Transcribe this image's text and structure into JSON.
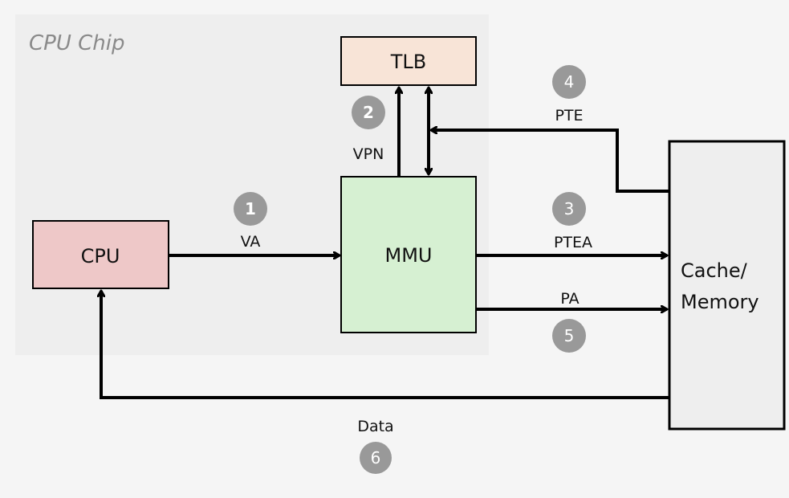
{
  "diagram": {
    "title": "Address translation with TLB miss",
    "colors": {
      "background": "#f5f5f5",
      "chip": "#eeeeee",
      "chip_title": "#8a8a8a",
      "tlb": "#f8e4d7",
      "cpu": "#eec8c8",
      "mmu": "#d6f0d2",
      "memory": "#eeeeee",
      "badge": "#999999",
      "line": "#000000"
    },
    "chip_label": "CPU Chip",
    "nodes": {
      "tlb": "TLB",
      "cpu": "CPU",
      "mmu": "MMU",
      "memory_line1": "Cache/",
      "memory_line2": "Memory"
    },
    "edges": {
      "va": "VA",
      "vpn": "VPN",
      "pte": "PTE",
      "ptea": "PTEA",
      "pa": "PA",
      "data": "Data"
    },
    "steps": [
      "1",
      "2",
      "3",
      "4",
      "5",
      "6"
    ]
  }
}
